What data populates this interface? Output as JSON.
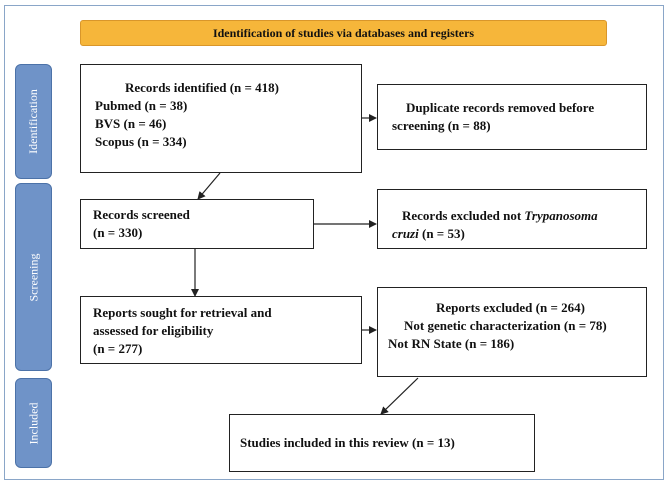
{
  "header": {
    "title": "Identification of studies via databases and registers"
  },
  "phases": {
    "identification": "Identification",
    "screening": "Screening",
    "included": "Included"
  },
  "boxes": {
    "records_identified": {
      "title": "Records identified (n = 418)",
      "pubmed": "Pubmed  (n = 38)",
      "bvs": "BVS (n = 46)",
      "scopus": "Scopus (n = 334)"
    },
    "duplicates_removed": {
      "line1": "Duplicate records removed before",
      "line2": "screening  (n = 88)"
    },
    "records_screened": {
      "line1": "Records screened",
      "line2": "(n = 330)"
    },
    "records_excluded": {
      "line1_prefix": "Records excluded not ",
      "line1_italic": "Trypanosoma",
      "line2_italic": "cruzi",
      "line2_suffix": " (n = 53)"
    },
    "reports_sought": {
      "line1": "Reports sought for retrieval and",
      "line2": "assessed for eligibility",
      "line3": "(n = 277)"
    },
    "reports_excluded": {
      "title": "Reports excluded  (n = 264)",
      "line2": "Not genetic characterization  (n = 78)",
      "line3": "Not RN State  (n = 186)"
    },
    "studies_included": {
      "line1": "Studies included in this review (n = 13)"
    }
  }
}
